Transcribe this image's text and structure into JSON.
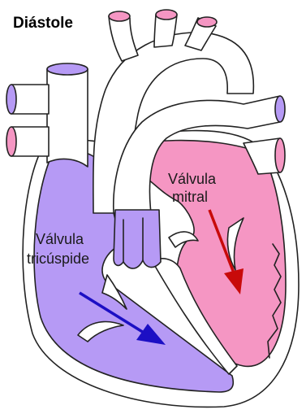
{
  "title": "Diástole",
  "labels": {
    "mitral_line1": "Válvula",
    "mitral_line2": "mitral",
    "tricuspid_line1": "Válvula",
    "tricuspid_line2": "tricúspide"
  },
  "colors": {
    "right_side": "#b69af5",
    "left_side": "#f596c3",
    "vessel_wall": "#ffffff",
    "outline": "#222222",
    "blue_arrow": "#1c0fc4",
    "red_arrow": "#c80a0a"
  }
}
